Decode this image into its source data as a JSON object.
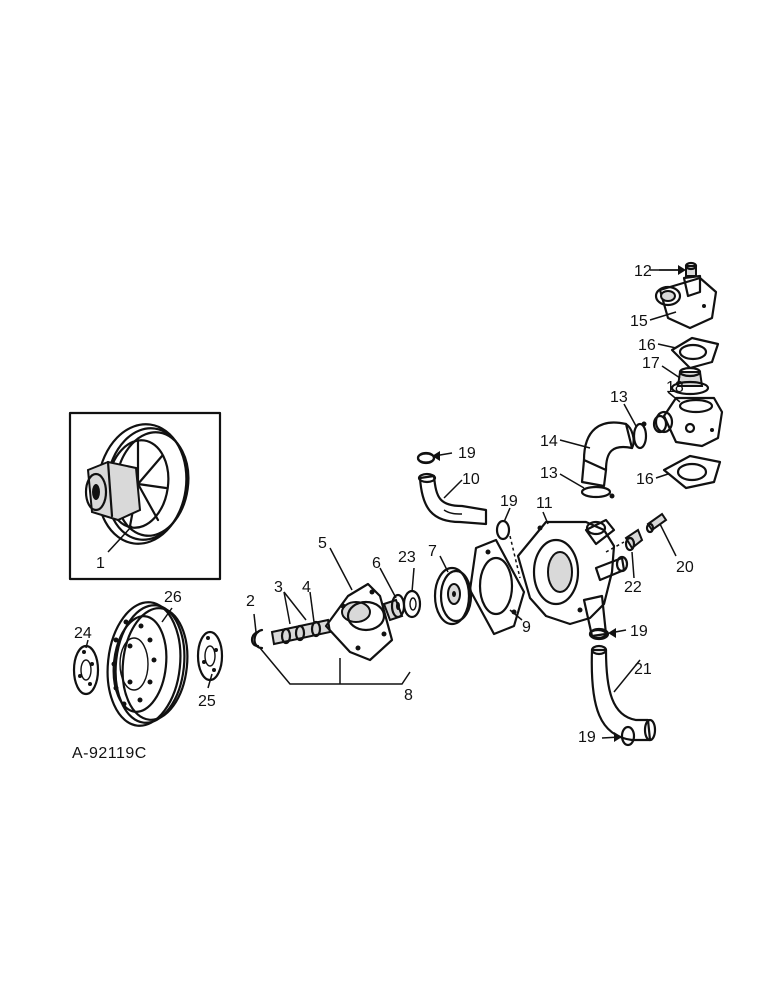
{
  "diagram": {
    "drawing_code": "A-92119C",
    "callouts": [
      "1",
      "2",
      "3",
      "4",
      "5",
      "6",
      "7",
      "8",
      "9",
      "10",
      "11",
      "12",
      "13",
      "13",
      "14",
      "15",
      "16",
      "16",
      "17",
      "18",
      "19",
      "19",
      "19",
      "19",
      "20",
      "21",
      "22",
      "23",
      "24",
      "25",
      "26"
    ]
  }
}
